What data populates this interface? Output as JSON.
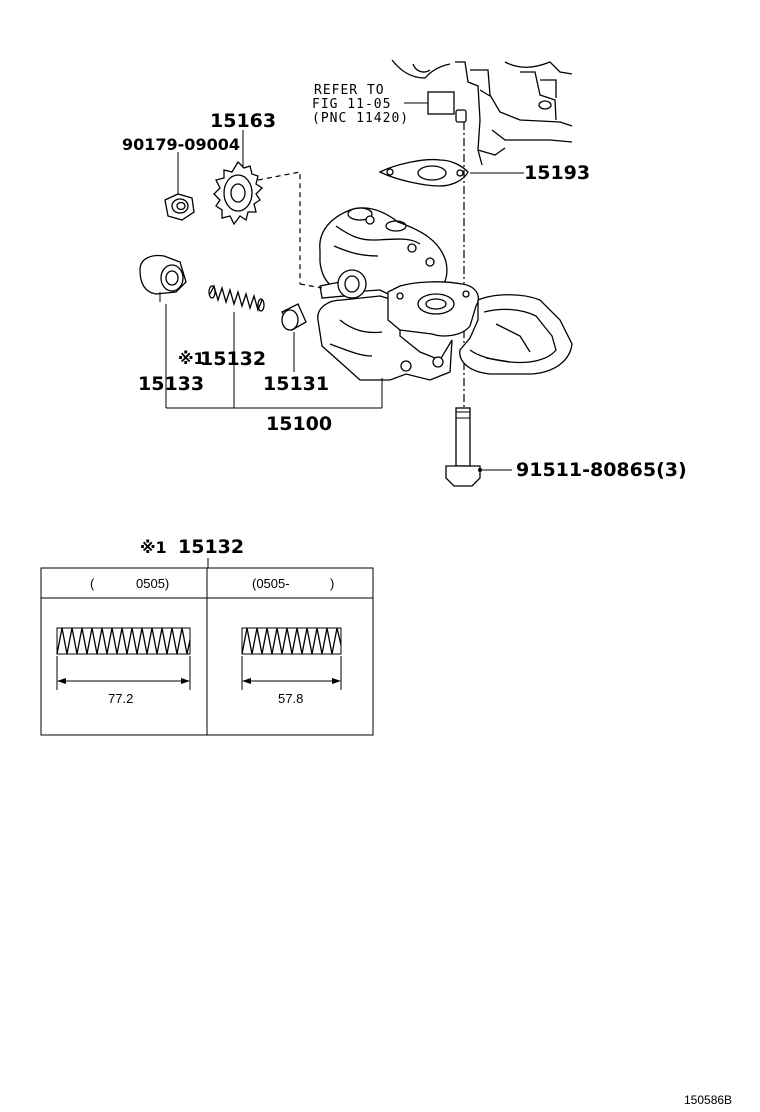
{
  "callouts": {
    "nut": "90179-09004",
    "sprocket": "15163",
    "refer_line1": "REFER TO",
    "refer_line2": "FIG 11-05",
    "refer_line3": "(PNC 11420)",
    "gasket": "15193",
    "spring": "15132",
    "spring_mark": "※1",
    "plug": "15133",
    "valve": "15131",
    "pump_assy": "15100",
    "bolt": "91511-80865(3)"
  },
  "spring_table": {
    "mark": "※1",
    "title": "15132",
    "columns": [
      {
        "header_left": "(",
        "header_right": "0505)",
        "length": "77.2"
      },
      {
        "header_left": "(0505-",
        "header_right": ")",
        "length": "57.8"
      }
    ]
  },
  "footer": {
    "figure_id": "150586B"
  }
}
